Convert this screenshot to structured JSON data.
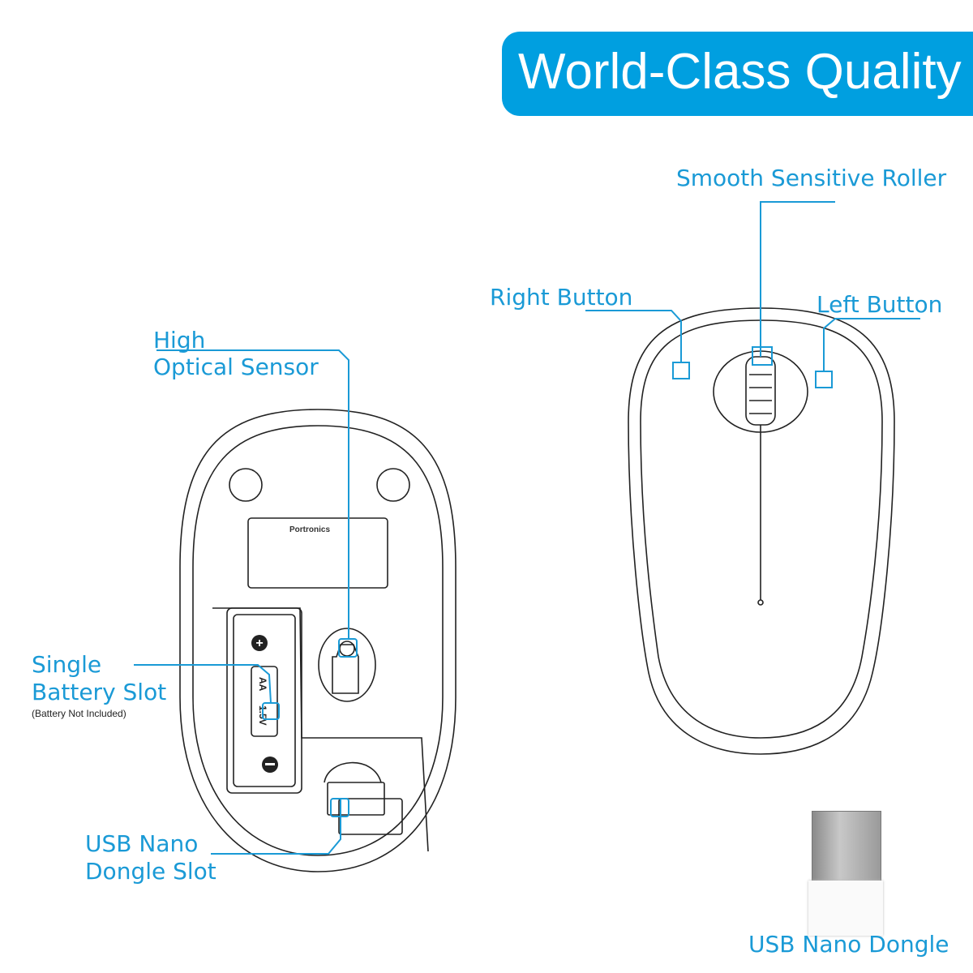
{
  "banner": {
    "title": "World-Class Quality",
    "color": "#009fe0"
  },
  "labels": {
    "roller": "Smooth Sensitive Roller",
    "right_button": "Right Button",
    "left_button": "Left Button",
    "sensor_line1": "High",
    "sensor_line2": "Optical Sensor",
    "battery_line1": "Single",
    "battery_line2": "Battery Slot",
    "battery_note": "(Battery Not Included)",
    "dongle_slot_line1": "USB Nano",
    "dongle_slot_line2": "Dongle Slot",
    "dongle": "USB Nano Dongle"
  },
  "bottom_view": {
    "brand": "Portronics",
    "battery_type": "AA",
    "battery_voltage": "1.5V"
  },
  "label_color": "#1a9ad6"
}
